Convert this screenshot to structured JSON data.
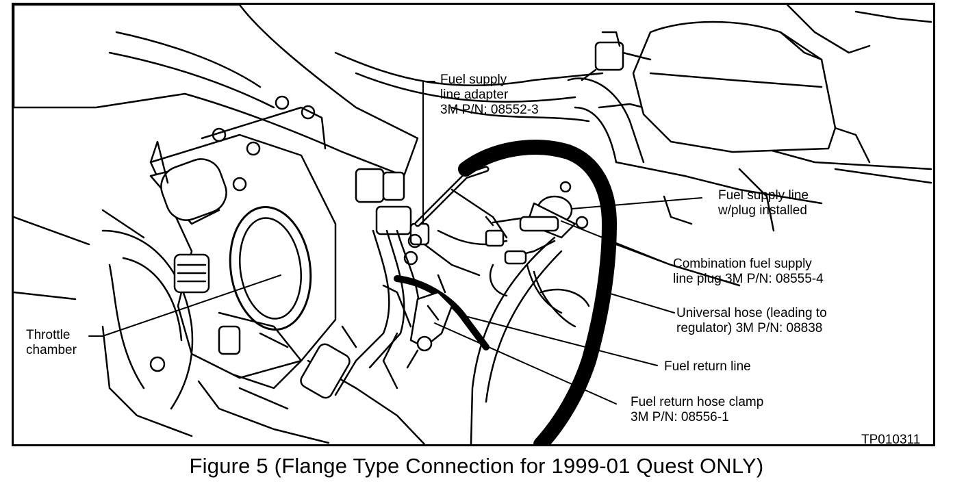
{
  "caption": "Figure 5 (Flange Type Connection for 1999-01 Quest ONLY)",
  "figure_id": "TP010311",
  "callouts": {
    "fuel_supply_adapter": [
      "Fuel supply",
      "line adapter",
      "3M P/N: 08552-3"
    ],
    "fuel_supply_line_plug": [
      "Fuel supply line",
      "w/plug installed"
    ],
    "combination_plug": [
      "Combination fuel supply",
      "line plug 3M P/N: 08555-4"
    ],
    "universal_hose": [
      "Universal hose (leading to",
      "regulator) 3M P/N: 08838"
    ],
    "fuel_return_line": [
      "Fuel return line"
    ],
    "fuel_return_clamp": [
      "Fuel return hose clamp",
      "3M P/N: 08556-1"
    ],
    "throttle_chamber": [
      "Throttle",
      "chamber"
    ]
  }
}
